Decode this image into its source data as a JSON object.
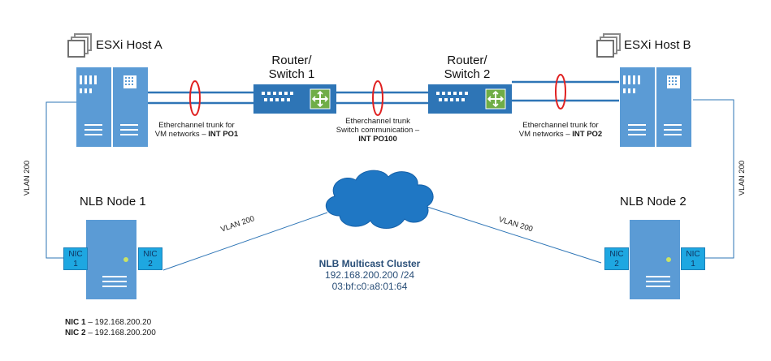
{
  "hosts": {
    "a": {
      "label": "ESXi Host A"
    },
    "b": {
      "label": "ESXi Host B"
    }
  },
  "switches": {
    "s1": {
      "line1": "Router/",
      "line2": "Switch 1"
    },
    "s2": {
      "line1": "Router/",
      "line2": "Switch 2"
    }
  },
  "links": {
    "trunk_a": {
      "line1": "Etherchannel trunk for",
      "line2_pre": "VM networks – ",
      "line2_bold": "INT PO1"
    },
    "trunk_mid": {
      "line1": "Etherchannel trunk",
      "line2": "Switch communication –",
      "line3_bold": "INT PO100"
    },
    "trunk_b": {
      "line1": "Etherchannel trunk for",
      "line2_pre": "VM networks – ",
      "line2_bold": "INT PO2"
    }
  },
  "vlans": {
    "left_vertical": "VLAN 200",
    "right_vertical": "VLAN 200",
    "left_diag": "VLAN 200",
    "right_diag": "VLAN 200"
  },
  "nodes": {
    "n1": {
      "label": "NLB Node 1",
      "nic_left": {
        "l1": "NIC",
        "l2": "1"
      },
      "nic_right": {
        "l1": "NIC",
        "l2": "2"
      }
    },
    "n2": {
      "label": "NLB Node 2",
      "nic_left": {
        "l1": "NIC",
        "l2": "2"
      },
      "nic_right": {
        "l1": "NIC",
        "l2": "1"
      }
    }
  },
  "cluster": {
    "title": "NLB Multicast Cluster",
    "ip": "192.168.200.200 /24",
    "mac": "03:bf:c0:a8:01:64"
  },
  "nic_notes": [
    {
      "label": "NIC 1",
      "value": " – 192.168.200.20"
    },
    {
      "label": "NIC 2",
      "value": " – 192.168.200.200"
    }
  ],
  "colors": {
    "device_blue": "#5b9bd5",
    "device_dark": "#2e75b6",
    "link_blue": "#2e75b6",
    "cloud": "#1f77c4",
    "nic": "#1ea7e1",
    "ring": "#e02020",
    "switch_green": "#70ad47"
  },
  "icons": [
    "vmware-logo-icon",
    "server-icon",
    "switch-icon",
    "router-icon",
    "cloud-icon"
  ]
}
